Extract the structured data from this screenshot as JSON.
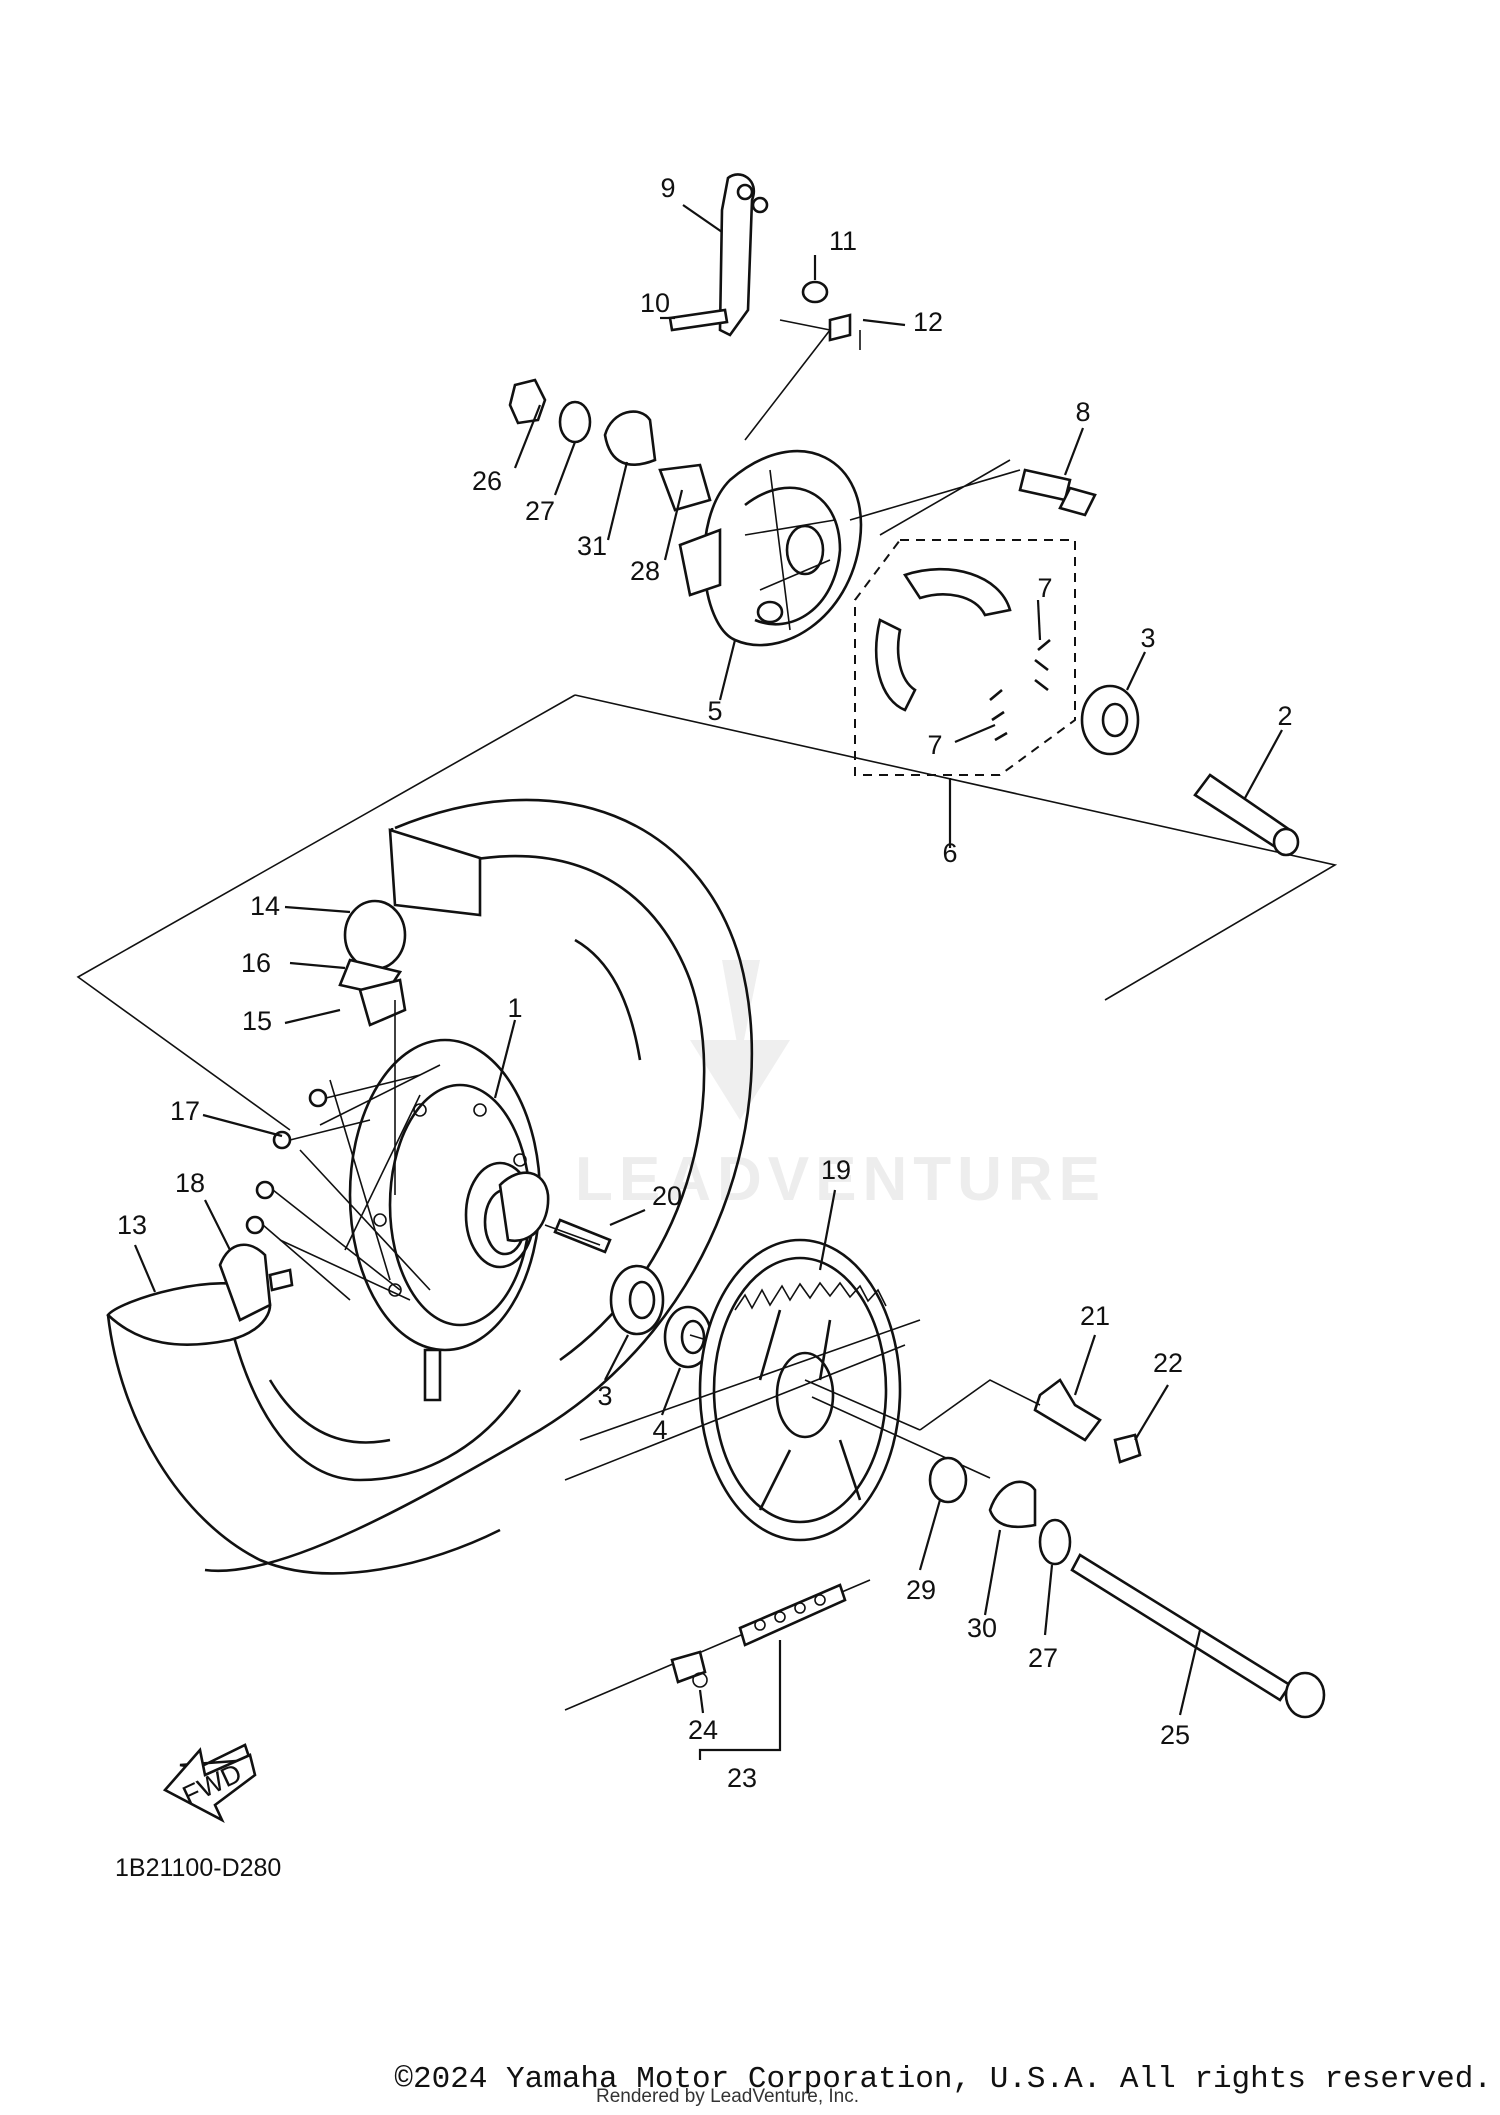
{
  "diagram": {
    "callouts": [
      "1",
      "2",
      "3",
      "3",
      "4",
      "5",
      "6",
      "7",
      "7",
      "8",
      "9",
      "10",
      "11",
      "12",
      "13",
      "14",
      "15",
      "16",
      "17",
      "18",
      "19",
      "20",
      "21",
      "22",
      "23",
      "24",
      "25",
      "26",
      "27",
      "27",
      "28",
      "29",
      "30",
      "31"
    ],
    "fwd_label": "FWD",
    "diagram_code": "1B21100-D280",
    "watermark": "LEADVENTURE"
  },
  "footer": {
    "copyright": "©2024 Yamaha Motor Corporation, U.S.A. All rights reserved.",
    "rendered_by": "Rendered by LeadVenture, Inc."
  }
}
